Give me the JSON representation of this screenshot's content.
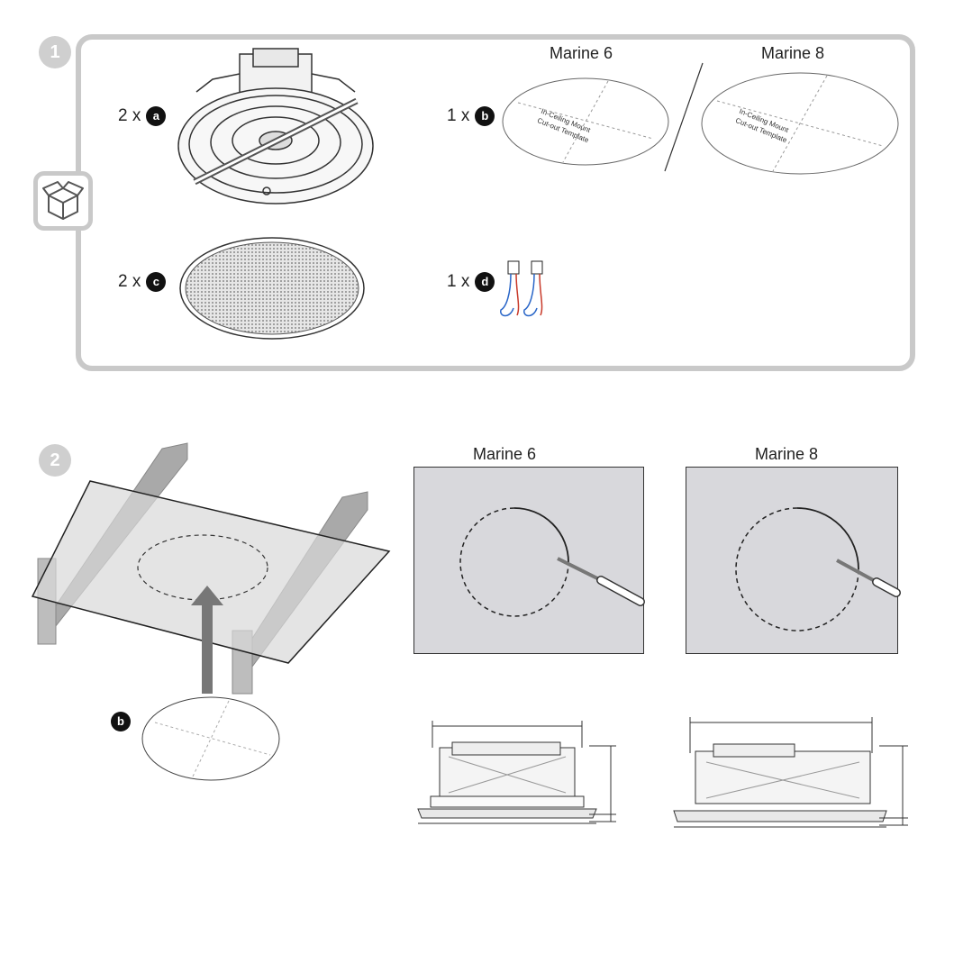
{
  "step1": {
    "badge": "1",
    "items": [
      {
        "count": "2 x",
        "letter": "a"
      },
      {
        "count": "1 x",
        "letter": "b"
      },
      {
        "count": "2 x",
        "letter": "c"
      },
      {
        "count": "1 x",
        "letter": "d"
      }
    ],
    "template_models": [
      "Marine 6",
      "Marine 8"
    ],
    "template_text": [
      "In-Ceiling Mount",
      "Cut-out Template"
    ]
  },
  "step2": {
    "badge": "2",
    "template_letter": "b",
    "cutout_models": [
      "Marine 6",
      "Marine 8"
    ]
  },
  "colors": {
    "panel_border": "#c9c9c9",
    "badge": "#cfcfcf",
    "ceiling": "#d9d9dc",
    "arrow": "#777777"
  }
}
